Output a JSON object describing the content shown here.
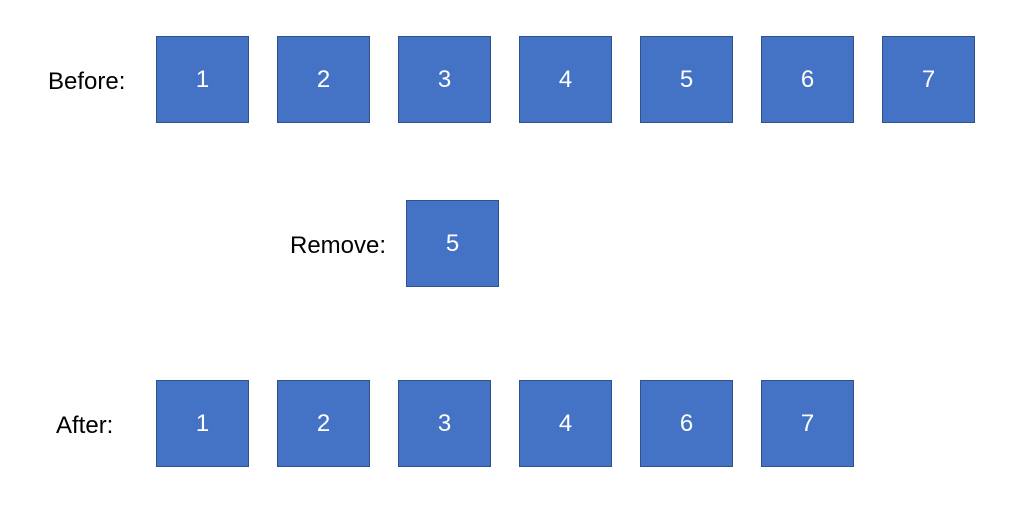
{
  "before": {
    "label": "Before:",
    "items": [
      "1",
      "2",
      "3",
      "4",
      "5",
      "6",
      "7"
    ]
  },
  "remove": {
    "label": "Remove:",
    "item": "5"
  },
  "after": {
    "label": "After:",
    "items": [
      "1",
      "2",
      "3",
      "4",
      "6",
      "7"
    ]
  },
  "colors": {
    "box_fill": "#4472c4",
    "box_border": "#2f528f",
    "box_text": "#ffffff"
  }
}
